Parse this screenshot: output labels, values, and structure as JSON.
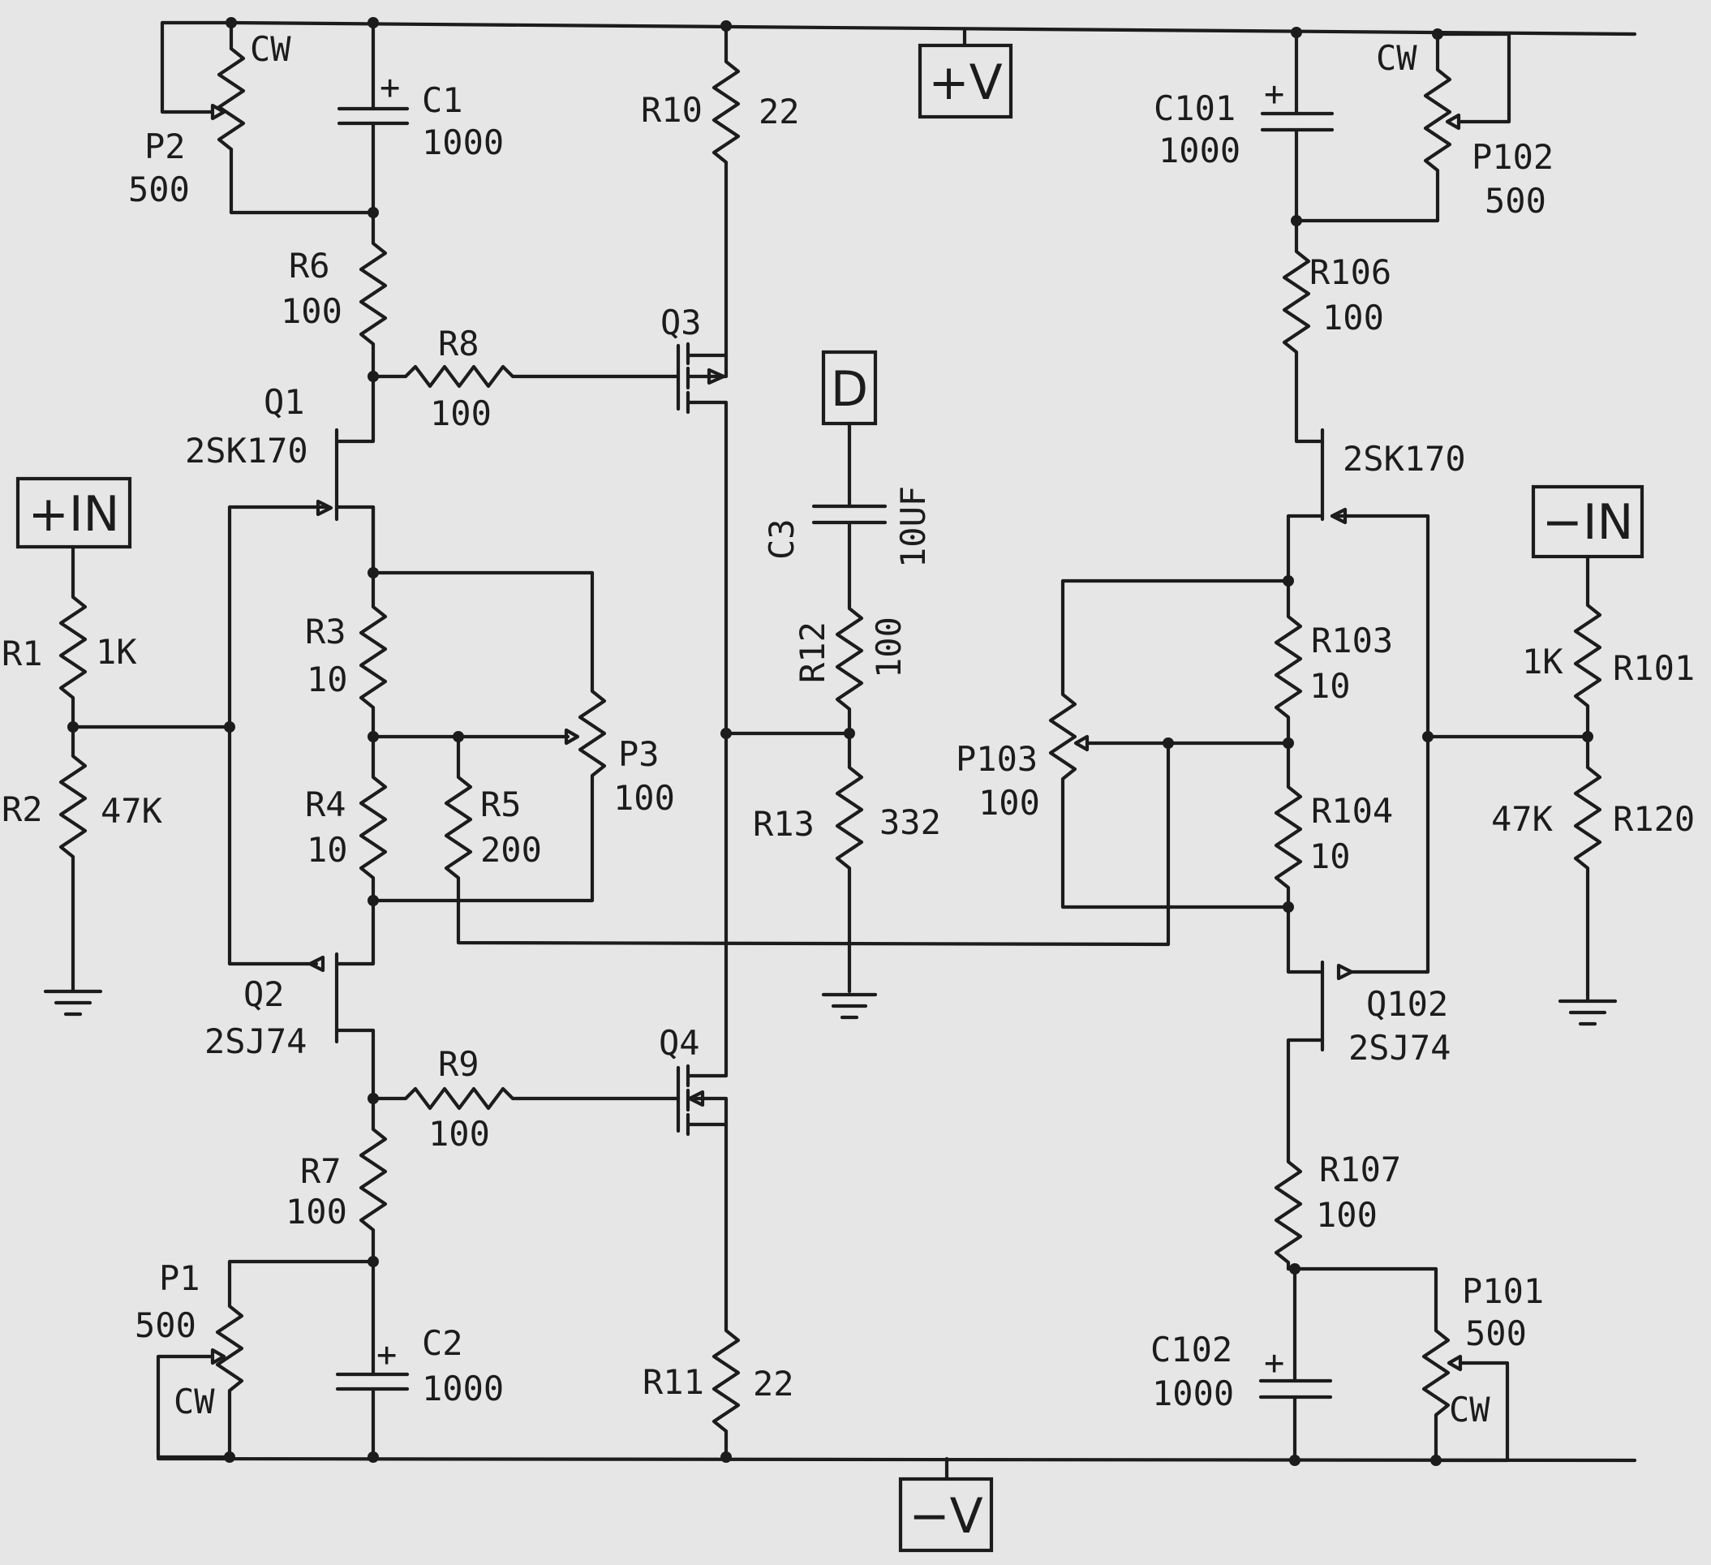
{
  "terminals": {
    "pos_v": "+V",
    "neg_v": "−V",
    "pos_in": "+IN",
    "neg_in": "−IN",
    "d": "D"
  },
  "left": {
    "p2": {
      "ref": "P2",
      "value": "500",
      "cw": "CW"
    },
    "c1": {
      "ref": "C1",
      "value": "1000",
      "plus": "+"
    },
    "r10": {
      "ref": "R10",
      "value": "22"
    },
    "r6": {
      "ref": "R6",
      "value": "100"
    },
    "r8": {
      "ref": "R8",
      "value": "100"
    },
    "q3": {
      "ref": "Q3"
    },
    "q1": {
      "ref": "Q1",
      "part": "2SK170"
    },
    "r1": {
      "ref": "R1",
      "value": "1K"
    },
    "r2": {
      "ref": "R2",
      "value": "47K"
    },
    "r3": {
      "ref": "R3",
      "value": "10"
    },
    "r4": {
      "ref": "R4",
      "value": "10"
    },
    "r5": {
      "ref": "R5",
      "value": "200"
    },
    "p3": {
      "ref": "P3",
      "value": "100"
    },
    "q2": {
      "ref": "Q2",
      "part": "2SJ74"
    },
    "q4": {
      "ref": "Q4"
    },
    "r9": {
      "ref": "R9",
      "value": "100"
    },
    "r7": {
      "ref": "R7",
      "value": "100"
    },
    "p1": {
      "ref": "P1",
      "value": "500",
      "cw": "CW"
    },
    "c2": {
      "ref": "C2",
      "value": "1000",
      "plus": "+"
    },
    "r11": {
      "ref": "R11",
      "value": "22"
    }
  },
  "center": {
    "c3": {
      "ref": "C3",
      "value": "10UF"
    },
    "r12": {
      "ref": "R12",
      "value": "100"
    },
    "r13": {
      "ref": "R13",
      "value": "332"
    }
  },
  "right": {
    "c101": {
      "ref": "C101",
      "value": "1000",
      "plus": "+"
    },
    "p102": {
      "ref": "P102",
      "value": "500",
      "cw": "CW"
    },
    "r106": {
      "ref": "R106",
      "value": "100"
    },
    "q101": {
      "part": "2SK170"
    },
    "r103": {
      "ref": "R103",
      "value": "10"
    },
    "r104": {
      "ref": "R104",
      "value": "10"
    },
    "p103": {
      "ref": "P103",
      "value": "100"
    },
    "r101": {
      "ref": "R101",
      "value": "1K"
    },
    "r120": {
      "ref": "R120",
      "value": "47K"
    },
    "q102": {
      "ref": "Q102",
      "part": "2SJ74"
    },
    "r107": {
      "ref": "R107",
      "value": "100"
    },
    "p101": {
      "ref": "P101",
      "value": "500",
      "cw": "CW"
    },
    "c102": {
      "ref": "C102",
      "value": "1000",
      "plus": "+"
    }
  }
}
